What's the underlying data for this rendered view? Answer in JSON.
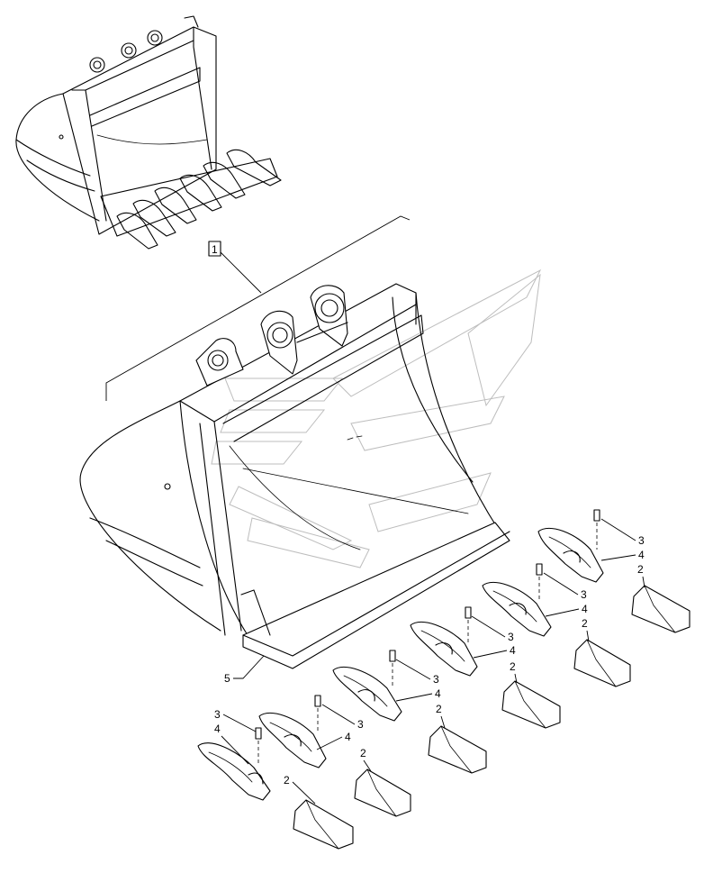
{
  "diagram": {
    "callouts": [
      {
        "id": "kit",
        "text": "1",
        "boxed": true
      },
      {
        "id": "bucket",
        "text": "5"
      },
      {
        "id": "tip-1",
        "text": "2"
      },
      {
        "id": "tip-2",
        "text": "2"
      },
      {
        "id": "tip-3",
        "text": "2"
      },
      {
        "id": "tip-4",
        "text": "2"
      },
      {
        "id": "tip-5",
        "text": "2"
      },
      {
        "id": "tip-6",
        "text": "2"
      },
      {
        "id": "pin-1",
        "text": "3"
      },
      {
        "id": "pin-2",
        "text": "3"
      },
      {
        "id": "pin-3",
        "text": "3"
      },
      {
        "id": "pin-4",
        "text": "3"
      },
      {
        "id": "pin-5",
        "text": "3"
      },
      {
        "id": "pin-6",
        "text": "3"
      },
      {
        "id": "adapter-1",
        "text": "4"
      },
      {
        "id": "adapter-2",
        "text": "4"
      },
      {
        "id": "adapter-3",
        "text": "4"
      },
      {
        "id": "adapter-4",
        "text": "4"
      },
      {
        "id": "adapter-5",
        "text": "4"
      },
      {
        "id": "adapter-6",
        "text": "4"
      }
    ]
  }
}
